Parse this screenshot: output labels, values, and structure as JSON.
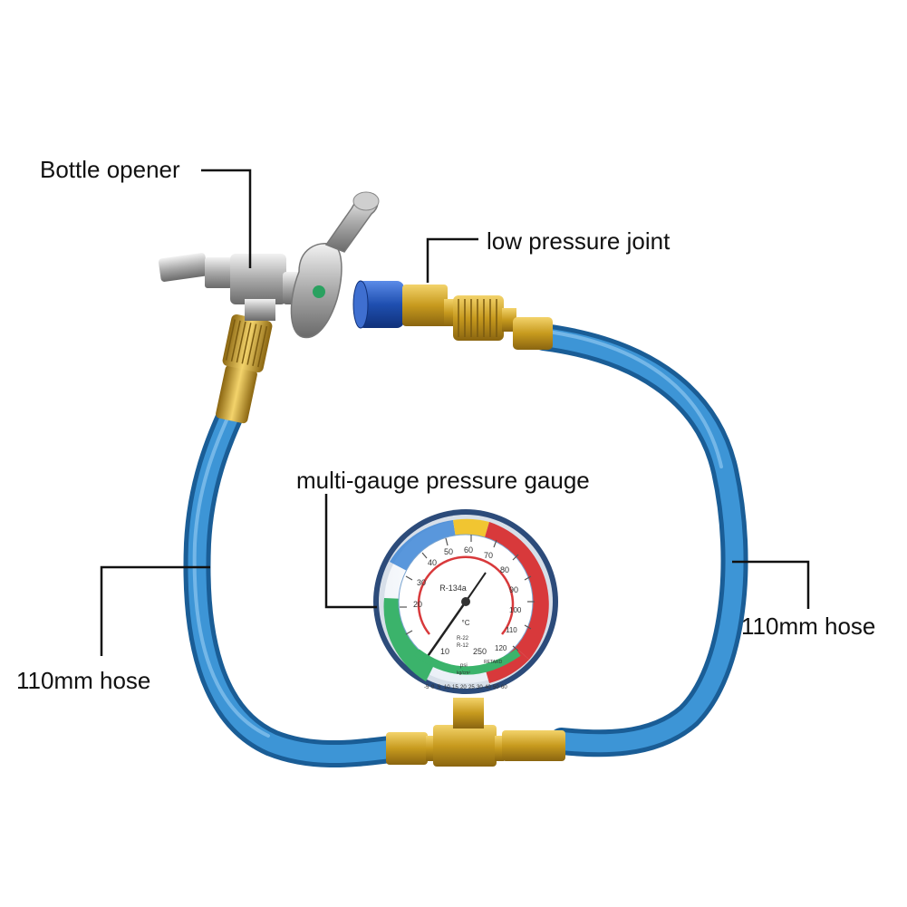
{
  "callouts": {
    "bottle_opener": "Bottle opener",
    "low_pressure_joint": "low pressure joint",
    "gauge": "multi-gauge pressure gauge",
    "hose_left": "110mm hose",
    "hose_right": "110mm hose"
  },
  "gauge_face": {
    "refrigerant": "R-134a",
    "refrigerant_alt_1": "R-22",
    "refrigerant_alt_2": "R-12",
    "temp_unit": "°C",
    "unit_psi": "psi",
    "unit_kg": "kg/cm²",
    "retard_label": "RETARD",
    "max_psi": "250",
    "outer_ticks": [
      "10",
      "20",
      "30",
      "40",
      "50",
      "60",
      "70",
      "80",
      "90",
      "100",
      "110",
      "120"
    ],
    "inner_ticks": [
      "-5",
      "0",
      "5",
      "10",
      "15",
      "20",
      "25",
      "30",
      "40",
      "50",
      "60"
    ]
  },
  "colors": {
    "hose": "#2f86c8",
    "brass": "#c9a227",
    "coupler_blue": "#1f4fb0",
    "gauge_green": "#3bb36b",
    "gauge_red": "#d8393b",
    "gauge_blue": "#3d86d6",
    "gauge_yellow": "#f1c531"
  }
}
